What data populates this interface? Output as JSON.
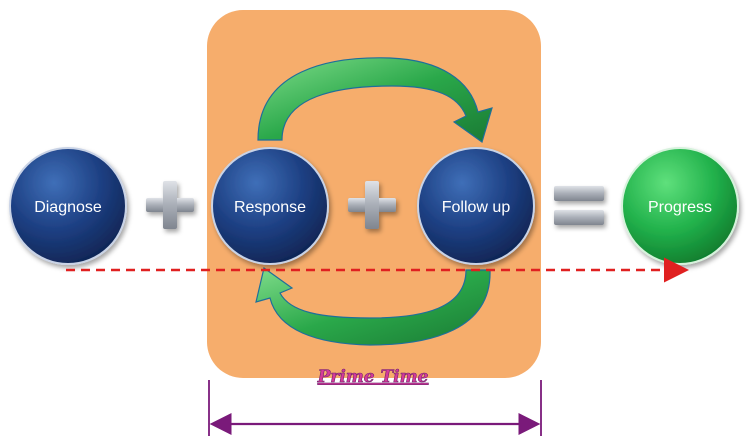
{
  "diagram": {
    "nodes": {
      "diagnose": "Diagnose",
      "response": "Response",
      "follow_up": "Follow up",
      "progress": "Progress"
    },
    "operators": {
      "plus": "+",
      "equals": "="
    },
    "phase_label": "Prime Time"
  },
  "colors": {
    "navy_node": "#1f3d7a",
    "green_node": "#22b24c",
    "phase_box": "#f6ad6c",
    "cycle_arrow": "#2aa84a",
    "timeline_arrow": "#e02020",
    "span_arrow": "#7a1a7a",
    "operator_silver": "#b8bcc4",
    "prime_text": "#d63a9a"
  }
}
